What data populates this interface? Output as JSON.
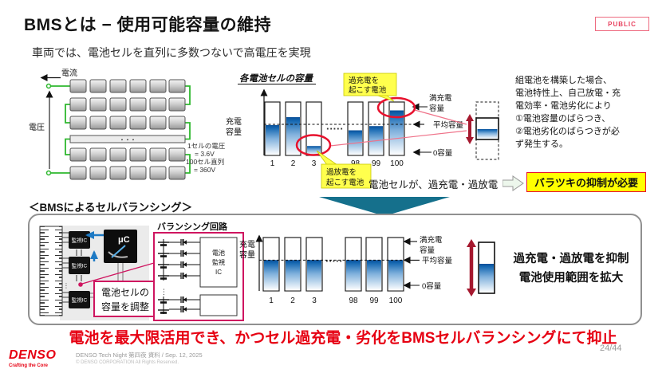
{
  "slide": {
    "title": "BMSとは − 使用可能容量の維持",
    "badge": "PUBLIC",
    "subtitle": "車両では、電池セルを直列に多数つないで高電圧を実現",
    "section2_heading": "＜BMSによるセルバランシング＞",
    "bottom_message": "電池を最大限活用でき、かつセル過充電・劣化をBMSセルバランシングにて抑止",
    "page_number": "24/44"
  },
  "footer": {
    "logo": "DENSO",
    "logo_tagline": "Crafting the Core",
    "line1": "DENSO Tech Night 第四夜 資料 / Sep. 12, 2025",
    "line2": "© DENSO CORPORATION All Rights Reserved."
  },
  "pack_diagram": {
    "current_label": "電流",
    "voltage_label": "電圧",
    "ellipsis": "・・・",
    "note_lines": [
      "1セルの電圧",
      "= 3.6V",
      "100セル直列",
      "= 360V"
    ]
  },
  "axis_labels": {
    "ylabel_line1": "充電",
    "ylabel_line2": "容量",
    "full_line1": "満充電",
    "full_line2": "容量",
    "average": "平均容量",
    "zero": "0容量",
    "gap_dots": "·····"
  },
  "callouts": {
    "overcharge_line1": "過充電を",
    "overcharge_line2": "起こす電池",
    "overdischarge_line1": "過放電を",
    "overdischarge_line2": "起こす電池"
  },
  "pack_note": {
    "lines": [
      "組電池を構築した場合、",
      "電池特性上、自己放電・充",
      "電効率・電池劣化により",
      "①電池容量のばらつき、",
      "②電池劣化のばらつきが必",
      "ず発生する。"
    ]
  },
  "conclusion": {
    "text": "電池セルが、過充電・過放電",
    "badge": "バラツキの抑制が必要"
  },
  "balancing": {
    "circuit_title": "バランシング回路",
    "monitor_ic": "監視IC",
    "mcu": "μC",
    "battery_ic_line1": "電池",
    "battery_ic_line2": "監視",
    "battery_ic_line3": "IC",
    "adjust_line1": "電池セルの",
    "adjust_line2": "容量を調整"
  },
  "result": {
    "line1": "過充電・過放電を抑制",
    "line2": "電池使用範囲を拡大"
  },
  "colors": {
    "accent_red": "#e60012",
    "magenta": "#cf1560",
    "teal": "#15708c",
    "bar_blue": "#1565b0",
    "range_arrow": "#a5182e",
    "highlight_yellow": "#ffff00",
    "callout_yellow": "#ffff4d",
    "wire_green": "#2eb82e"
  },
  "chart_data": [
    {
      "type": "bar",
      "title": "各電池セルの容量",
      "ylabel": "充電容量",
      "categories": [
        "1",
        "2",
        "3",
        "98",
        "99",
        "100"
      ],
      "values_pct": [
        57,
        72,
        17,
        47,
        55,
        85
      ],
      "gap_after_index": 2,
      "ylim_pct": [
        0,
        100
      ],
      "average_pct": 57,
      "ref_lines": [
        "満充電容量",
        "平均容量",
        "0容量"
      ],
      "annotations": [
        "過充電を起こす電池",
        "過放電を起こす電池"
      ]
    },
    {
      "type": "bar",
      "ylabel": "充電容量",
      "categories": [
        "1",
        "2",
        "3",
        "98",
        "99",
        "100"
      ],
      "values_pct": [
        58,
        58,
        58,
        58,
        58,
        58
      ],
      "gap_after_index": 2,
      "ylim_pct": [
        0,
        100
      ],
      "average_pct": 58,
      "ref_lines": [
        "満充電容量",
        "平均容量",
        "0容量"
      ]
    }
  ]
}
